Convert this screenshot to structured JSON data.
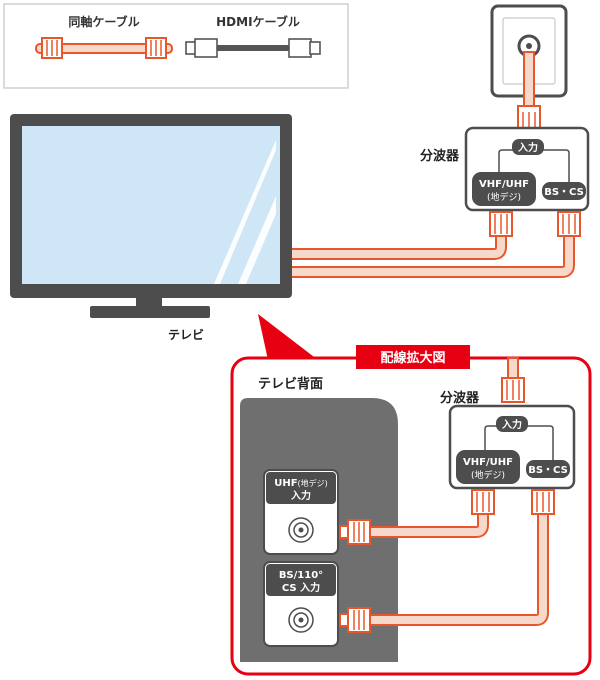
{
  "legend": {
    "coax_label": "同軸ケーブル",
    "hdmi_label": "HDMIケーブル"
  },
  "tv": {
    "label": "テレビ"
  },
  "splitter": {
    "name": "分波器",
    "input_label": "入力",
    "uhf_line1": "VHF/UHF",
    "uhf_line2": "(地デジ)",
    "bs_label": "BS・CS"
  },
  "detail": {
    "title": "配線拡大図",
    "tv_back_label": "テレビ背面",
    "splitter_name": "分波器",
    "input_label": "入力",
    "uhf_line1": "VHF/UHF",
    "uhf_line2": "(地デジ)",
    "bs_label": "BS・CS",
    "port_uhf_line1_main": "UHF",
    "port_uhf_line1_sub": "(地デジ)",
    "port_uhf_line2": "入力",
    "port_bs_line1": "BS/110°",
    "port_bs_line2": "CS 入力"
  },
  "colors": {
    "cable_orange": "#e8572b",
    "cable_fill": "#f7d9cc",
    "accent_red": "#e60012",
    "dark_gray": "#4d4d4d",
    "panel_gray": "#6f6f6f",
    "screen_blue": "#cfe6f7"
  }
}
